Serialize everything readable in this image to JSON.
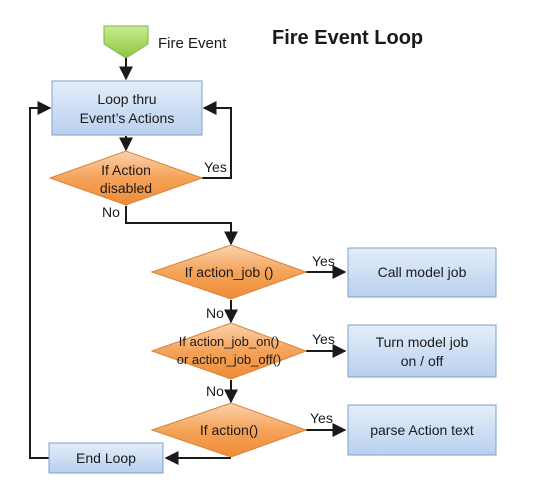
{
  "diagram": {
    "title": "Fire Event Loop",
    "start_label": "Fire Event",
    "nodes": {
      "loop": {
        "line1": "Loop thru",
        "line2": "Event’s Actions"
      },
      "disabled": {
        "line1": "If Action",
        "line2": "disabled"
      },
      "action_job": {
        "label": "If action_job ()"
      },
      "job_on_off": {
        "line1": "If action_job_on()",
        "line2": "or action_job_off()"
      },
      "action": {
        "label": "If action()"
      },
      "call_model": {
        "label": "Call model job"
      },
      "turn_model": {
        "line1": "Turn model job",
        "line2": "on / off"
      },
      "parse_text": {
        "label": "parse Action text"
      },
      "end_loop": {
        "label": "End Loop"
      }
    },
    "edge_labels": {
      "disabled_yes": "Yes",
      "disabled_no": "No",
      "action_job_yes": "Yes",
      "action_job_no": "No",
      "on_off_yes": "Yes",
      "on_off_no": "No",
      "action_yes": "Yes"
    },
    "colors": {
      "start_fill": "#9fd35b",
      "box_fill": "#cfe0f5",
      "box_stroke": "#7f9fca",
      "diamond_fill": "#f5a35a",
      "diamond_stroke": "#d6843a",
      "line": "#1a1a1a"
    }
  }
}
